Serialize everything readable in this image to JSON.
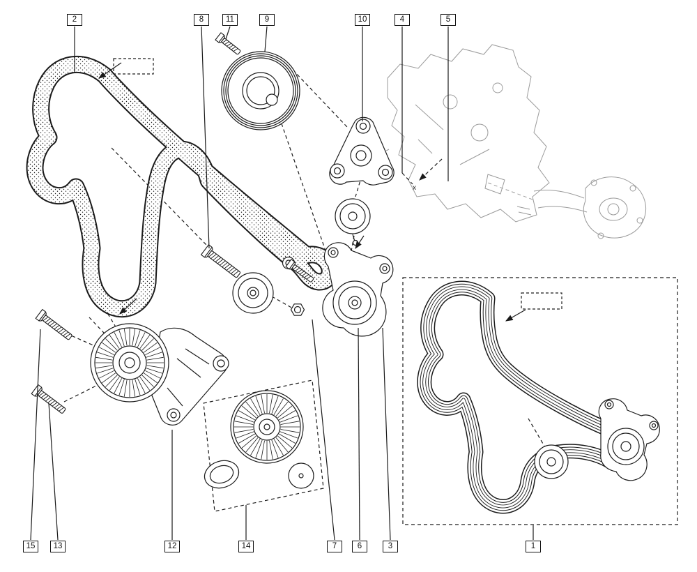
{
  "callouts": [
    {
      "id": "2",
      "label": "2"
    },
    {
      "id": "8",
      "label": "8"
    },
    {
      "id": "11",
      "label": "11"
    },
    {
      "id": "9",
      "label": "9"
    },
    {
      "id": "10",
      "label": "10"
    },
    {
      "id": "4",
      "label": "4"
    },
    {
      "id": "5",
      "label": "5"
    },
    {
      "id": "15",
      "label": "15"
    },
    {
      "id": "13",
      "label": "13"
    },
    {
      "id": "12",
      "label": "12"
    },
    {
      "id": "14",
      "label": "14"
    },
    {
      "id": "7",
      "label": "7"
    },
    {
      "id": "6",
      "label": "6"
    },
    {
      "id": "3",
      "label": "3"
    },
    {
      "id": "1",
      "label": "1"
    }
  ],
  "markers": {
    "x_label": "x"
  },
  "colors": {
    "line": "#1a1a1a",
    "engine_outline": "#9a9a9a",
    "background": "#ffffff"
  }
}
